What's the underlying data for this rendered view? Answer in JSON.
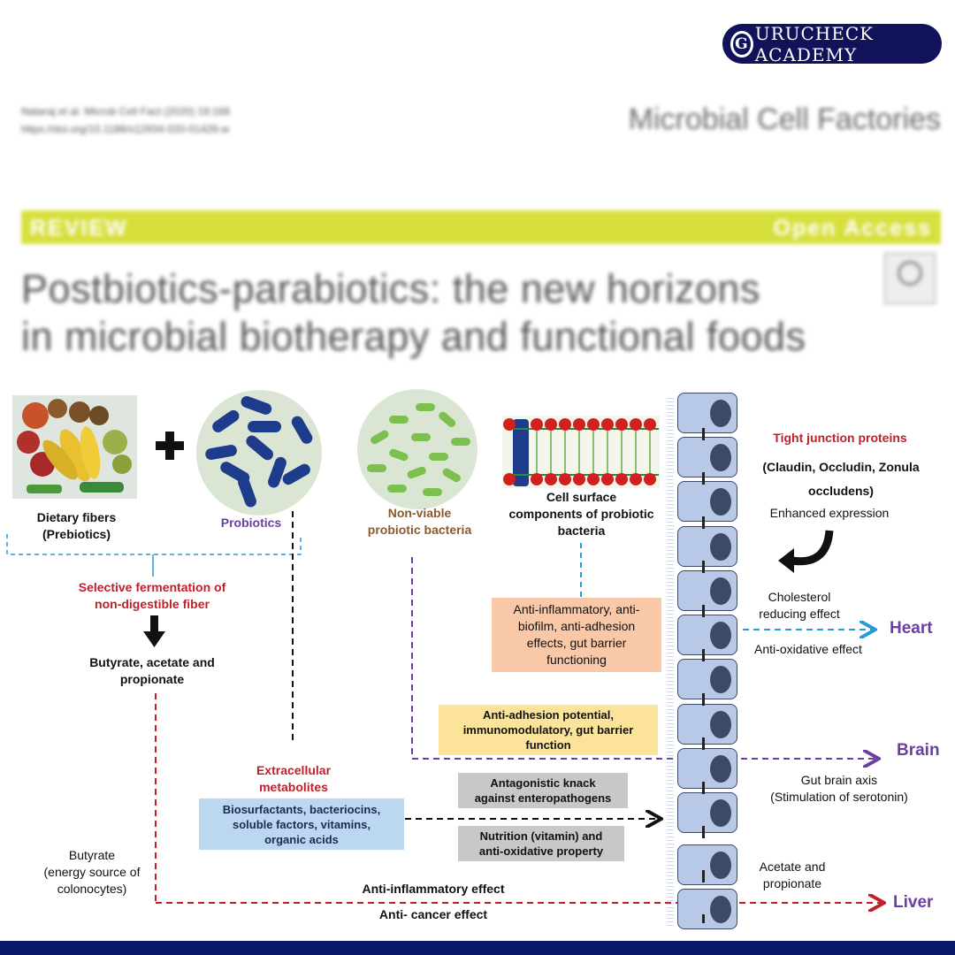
{
  "brand": {
    "logo_letter": "G",
    "name": "URUCHECK ACADEMY"
  },
  "paper": {
    "citation_line1": "Nataraj et al. Microb Cell Fact        (2020) 19:168",
    "citation_line2": "https://doi.org/10.1186/s12934-020-01426-w",
    "journal": "Microbial Cell Factories",
    "type": "REVIEW",
    "access": "Open Access",
    "title_line1": "Postbiotics-parabiotics: the new horizons",
    "title_line2": "in microbial biotherapy and functional foods"
  },
  "diagram": {
    "dietary_fibers": "Dietary  fibers\n(Prebiotics)",
    "probiotics": "Probiotics",
    "non_viable": "Non-viable\nprobiotic bacteria",
    "cell_surface": "Cell surface\ncomponents of probiotic\nbacteria",
    "tight_junction_title": "Tight junction proteins",
    "tight_junction_list": "(Claudin, Occludin, Zonula\noccludens)",
    "enhanced_expression": "Enhanced expression",
    "selective_fermentation": "Selective fermentation of\nnon-digestible fiber",
    "scfa": "Butyrate, acetate and\npropionate",
    "anti_inflammatory_box": "Anti-inflammatory, anti-\nbiofilm, anti-adhesion\neffects, gut barrier\nfunctioning",
    "cholesterol": "Cholesterol\nreducing effect",
    "anti_oxidative": "Anti-oxidative effect",
    "heart": "Heart",
    "anti_adhesion_box": "Anti-adhesion potential,\nimmunomodulatory,  gut barrier\nfunction",
    "brain": "Brain",
    "extracellular": "Extracellular\nmetabolites",
    "antagonistic_box": "Antagonistic knack\nagainst enteropathogens",
    "gut_brain": "Gut brain axis\n(Stimulation of serotonin)",
    "metabolites_box": "Biosurfactants, bacteriocins,\nsoluble factors, vitamins,\norganic acids",
    "nutrition_box": "Nutrition (vitamin) and\nanti-oxidative property",
    "butyrate": "Butyrate\n(energy source of\ncolonocytes)",
    "acetate_propionate": "Acetate and\npropionate",
    "anti_inflammatory_effect": "Anti-inflammatory effect",
    "anti_cancer_effect": "Anti- cancer effect",
    "liver": "Liver"
  },
  "colors": {
    "navy": "#12125a",
    "lime": "#d6df3c",
    "red_label": "#c0202a",
    "purple_label": "#6b3fa0",
    "brown_label": "#8b5a2b",
    "peach_box": "#f8c8a8",
    "yellow_box": "#fbe49a",
    "blue_box": "#bcd8f0",
    "gray_box": "#c8c8c8"
  }
}
